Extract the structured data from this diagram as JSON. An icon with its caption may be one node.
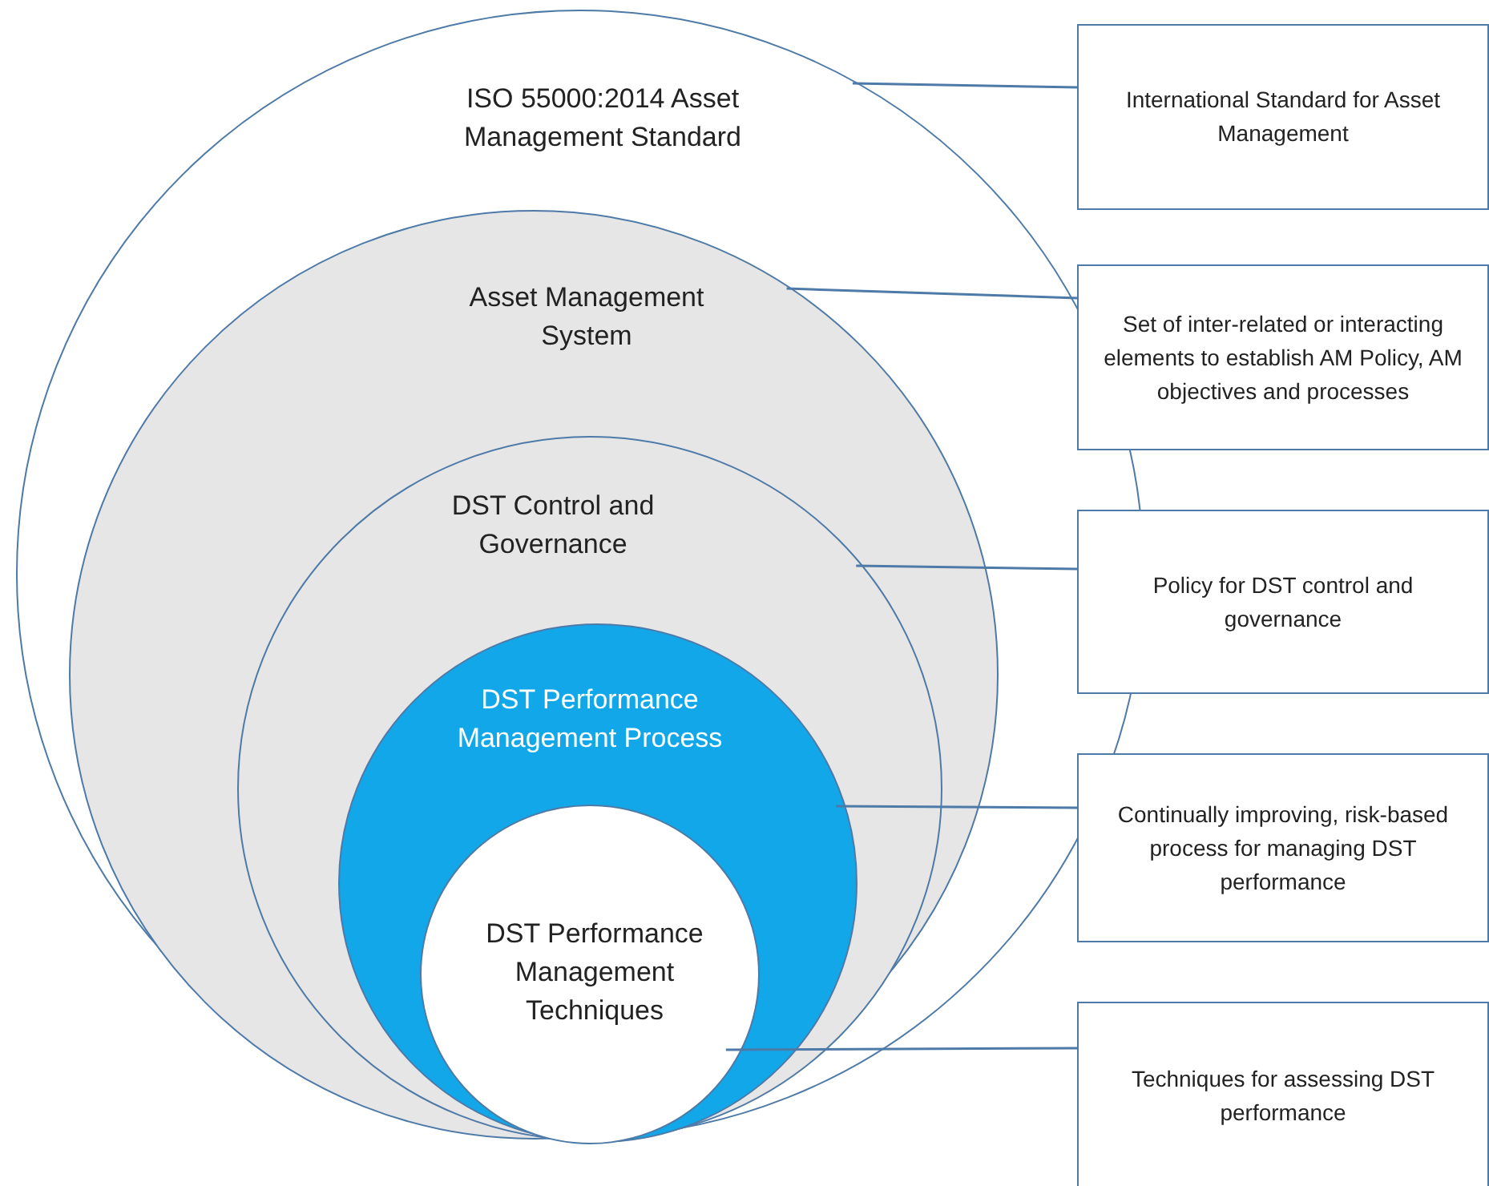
{
  "diagram": {
    "nodes": [
      {
        "text": [
          "ISO 55000:2014 Asset Management Standard"
        ]
      },
      {
        "text": [
          "Asset Management System"
        ],
        "in": 0
      },
      {
        "text": [
          "DST Control and Governance"
        ],
        "in": 1
      },
      {
        "text": [
          "DST Performance Management Process"
        ],
        "in": 2
      },
      {
        "text": [
          "DST Performance Management Techniques"
        ],
        "in": 3
      },
      {
        "text": [
          "International Standard for Asset Management"
        ]
      },
      {
        "text": [
          "Set of inter-related or interacting elements to establish AM Policy, AM objectives and processes"
        ]
      },
      {
        "text": [
          "Policy for DST control and governance"
        ]
      },
      {
        "text": [
          "Continually improving, risk-based process for managing DST performance"
        ]
      },
      {
        "text": [
          "Techniques for assessing DST performance"
        ]
      }
    ],
    "edges": [
      {
        "from": 5,
        "to": 0,
        "arrow": "none"
      },
      {
        "from": 6,
        "to": 1,
        "arrow": "none"
      },
      {
        "from": 7,
        "to": 2,
        "arrow": "none"
      },
      {
        "from": 8,
        "to": 3,
        "arrow": "none"
      },
      {
        "from": 9,
        "to": 4,
        "arrow": "none"
      }
    ]
  }
}
